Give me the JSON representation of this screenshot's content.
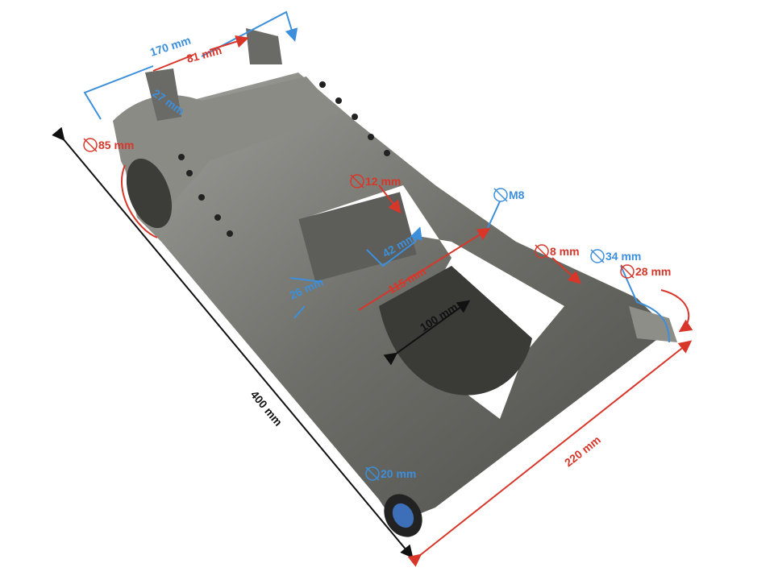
{
  "colors": {
    "blue": "#3d8fdc",
    "red": "#d9362a",
    "black": "#111111",
    "metal": "#7d7d78"
  },
  "dimensions": {
    "width_total": "170 mm",
    "lug_spacing": "81 mm",
    "lug_width": "27 mm",
    "tube_diameter": "85 mm",
    "bracket_hole": "12 mm",
    "bracket_width": "42 mm",
    "thread": "M8",
    "side_hole": "8 mm",
    "bushing_outer": "34 mm",
    "bushing_inner": "28 mm",
    "diagonal": "115 mm",
    "plate_width": "26 mm",
    "inner_gap": "100 mm",
    "length": "400 mm",
    "rear_width": "220 mm",
    "bearing": "20 mm"
  }
}
